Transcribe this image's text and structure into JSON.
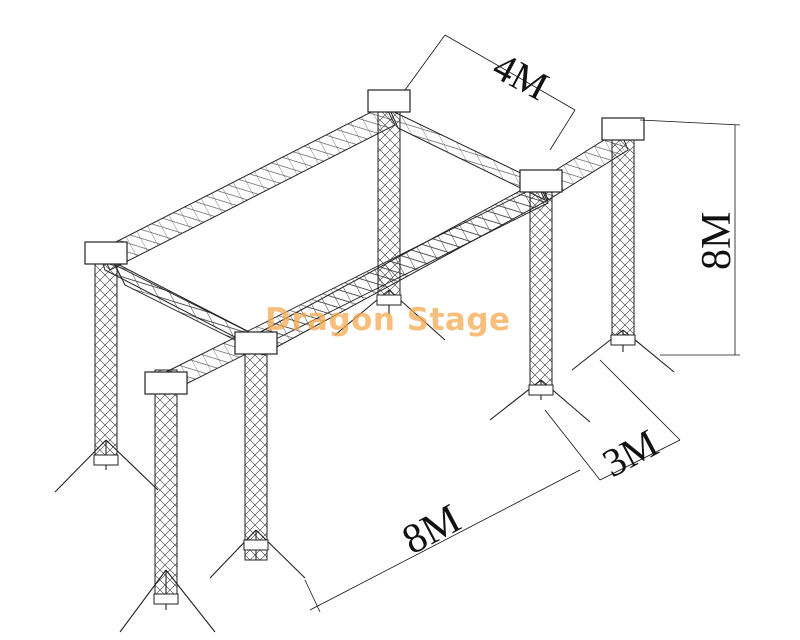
{
  "diagram": {
    "type": "isometric truss structure drawing",
    "watermark": "Dragon Stage",
    "watermark_color": "#F5AA50",
    "dimensions": {
      "top_depth": "4M",
      "height": "8M",
      "base_depth": "3M",
      "length": "8M"
    },
    "towers": 6,
    "line_color": "#222222"
  }
}
